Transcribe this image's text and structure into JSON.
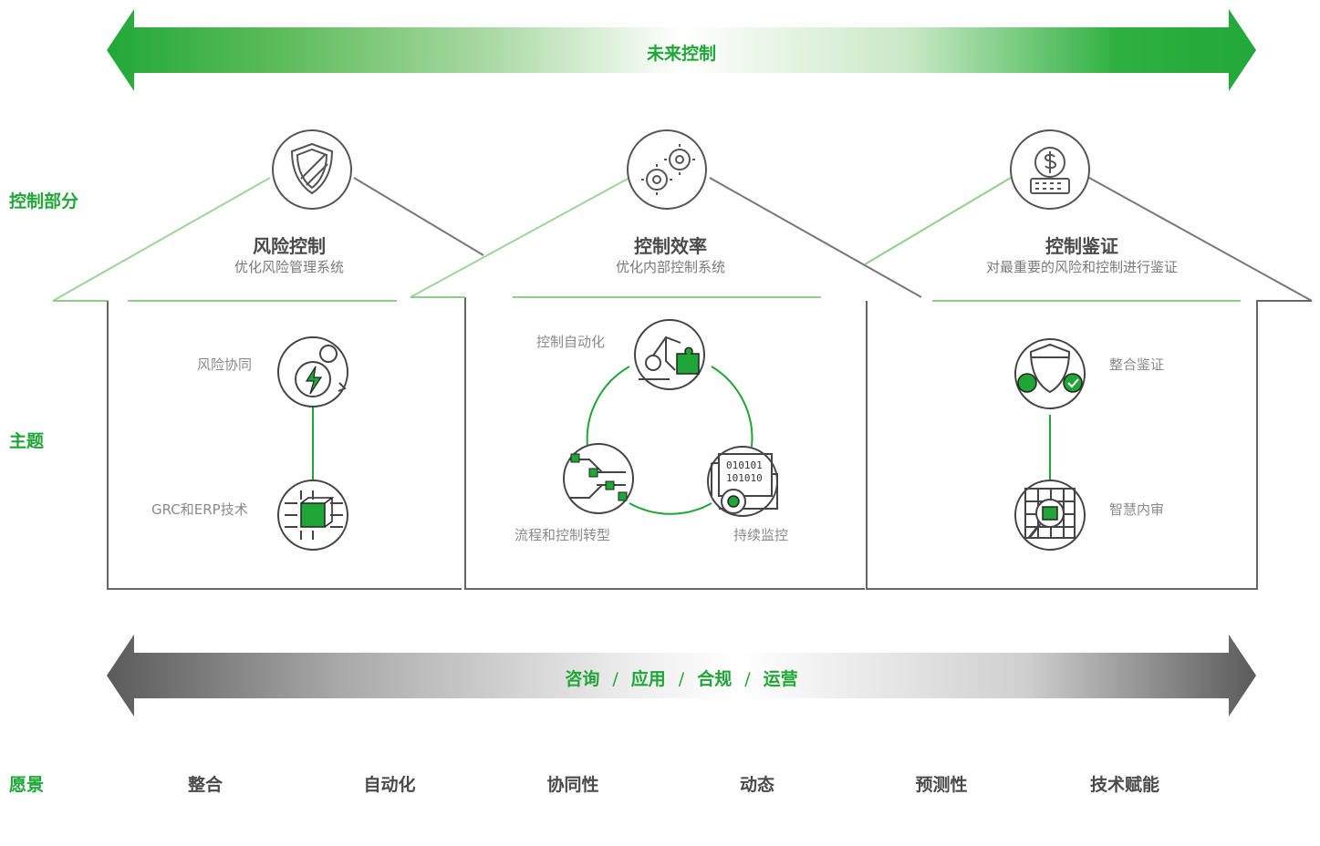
{
  "top_arrow": {
    "label": "未来控制"
  },
  "side_labels": {
    "control": "控制部分",
    "topic": "主题",
    "vision": "愿景"
  },
  "houses": [
    {
      "title": "风险控制",
      "subtitle": "优化风险管理系统",
      "icon": "shield-icon",
      "nodes": [
        {
          "label": "风险协同",
          "icon": "gear-lightning-icon"
        },
        {
          "label": "GRC和ERP技术",
          "icon": "circuit-cube-icon"
        }
      ]
    },
    {
      "title": "控制效率",
      "subtitle": "优化内部控制系统",
      "icon": "gears-icon",
      "nodes": [
        {
          "label": "控制自动化",
          "icon": "robot-arm-puzzle-icon"
        },
        {
          "label": "流程和控制转型",
          "icon": "process-flow-icon"
        },
        {
          "label": "持续监控",
          "icon": "binary-eye-icon"
        }
      ]
    },
    {
      "title": "控制鉴证",
      "subtitle": "对最重要的风险和控制进行鉴证",
      "icon": "dollar-keyboard-icon",
      "nodes": [
        {
          "label": "整合鉴证",
          "icon": "shield-lock-check-icon"
        },
        {
          "label": "智慧内审",
          "icon": "grid-magnifier-icon"
        }
      ]
    }
  ],
  "bottom_arrow": {
    "items": [
      "咨询",
      "应用",
      "合规",
      "运营"
    ],
    "separator": "/"
  },
  "vision_items": [
    "整合",
    "自动化",
    "协同性",
    "动态",
    "预测性",
    "技术赋能"
  ],
  "colors": {
    "green": "#1fa637",
    "gray": "#5a5a5a",
    "light_green": "#9fd39b"
  }
}
